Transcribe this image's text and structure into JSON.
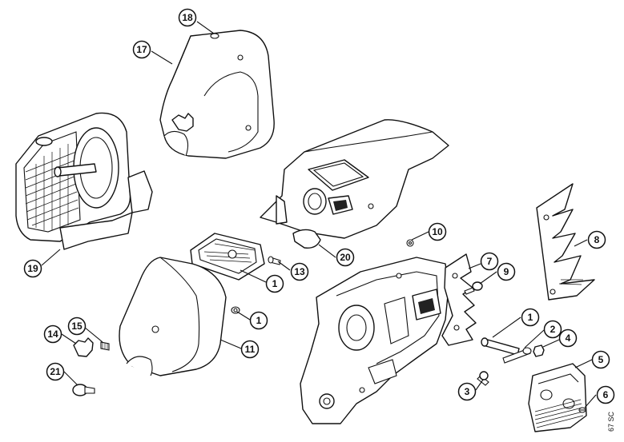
{
  "diagram": {
    "reference_code": "67 SC",
    "callouts": [
      {
        "id": "c18",
        "label": "18"
      },
      {
        "id": "c17",
        "label": "17"
      },
      {
        "id": "c19",
        "label": "19"
      },
      {
        "id": "c20",
        "label": "20"
      },
      {
        "id": "c10",
        "label": "10"
      },
      {
        "id": "c13",
        "label": "13"
      },
      {
        "id": "c1a",
        "label": "1"
      },
      {
        "id": "c1b",
        "label": "1"
      },
      {
        "id": "c11",
        "label": "11"
      },
      {
        "id": "c14",
        "label": "14"
      },
      {
        "id": "c15",
        "label": "15"
      },
      {
        "id": "c21",
        "label": "21"
      },
      {
        "id": "c7",
        "label": "7"
      },
      {
        "id": "c9",
        "label": "9"
      },
      {
        "id": "c8",
        "label": "8"
      },
      {
        "id": "c1c",
        "label": "1"
      },
      {
        "id": "c2",
        "label": "2"
      },
      {
        "id": "c4",
        "label": "4"
      },
      {
        "id": "c3",
        "label": "3"
      },
      {
        "id": "c5",
        "label": "5"
      },
      {
        "id": "c6",
        "label": "6"
      }
    ]
  }
}
